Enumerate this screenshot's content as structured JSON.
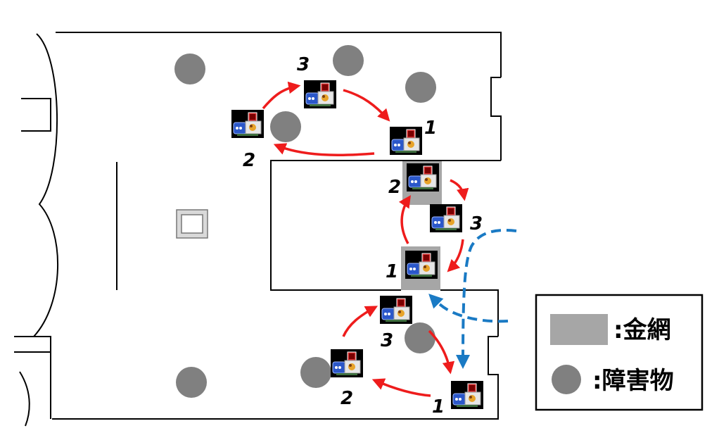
{
  "legend": {
    "mesh_label": ":金網",
    "obstacle_label": ":障害物",
    "mesh_color": "#a6a6a6",
    "obstacle_color": "#808080"
  },
  "colors": {
    "route_red": "#ee1c1c",
    "route_blue": "#1a7ac4",
    "wall": "#000000"
  },
  "stations": {
    "top_group": {
      "n1": "1",
      "n2": "2",
      "n3": "3"
    },
    "middle_group": {
      "n1": "1",
      "n2": "2",
      "n3": "3"
    },
    "bottom_group": {
      "n1": "1",
      "n2": "2",
      "n3": "3"
    }
  }
}
